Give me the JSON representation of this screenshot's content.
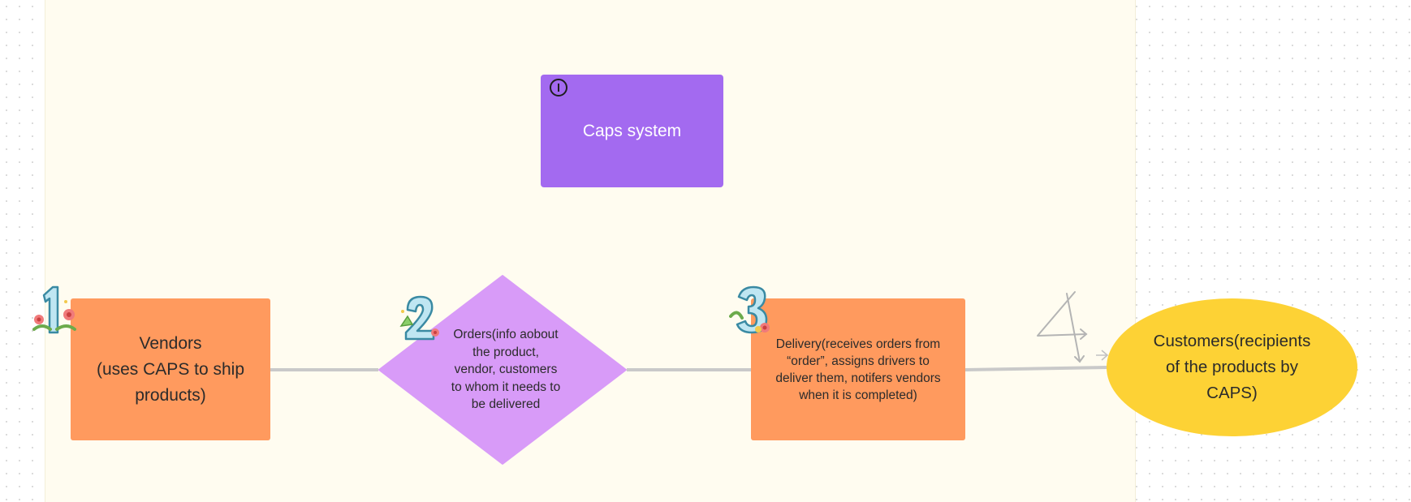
{
  "diagram": {
    "title_box": {
      "label": "Caps system",
      "icon": "info-icon"
    },
    "nodes": [
      {
        "id": "vendors",
        "shape": "rectangle",
        "label_lines": [
          "Vendors",
          "(uses CAPS to ship",
          "products)"
        ],
        "color": "#ff9a5e",
        "sticker": "number-1-sticker"
      },
      {
        "id": "orders",
        "shape": "diamond",
        "label_lines": [
          "Orders(info aobout",
          "the product,",
          "vendor, customers",
          "to whom it needs to",
          "be delivered"
        ],
        "color": "#d89bf8",
        "sticker": "number-2-sticker"
      },
      {
        "id": "delivery",
        "shape": "rectangle",
        "label_lines": [
          "Delivery(receives orders from",
          "“order”, assigns drivers to",
          "deliver them, notifers vendors",
          "when it is completed)"
        ],
        "color": "#ff9a5e",
        "sticker": "number-3-sticker"
      },
      {
        "id": "customers",
        "shape": "ellipse",
        "label_lines": [
          "Customers(recipients",
          "of the products by",
          "CAPS)"
        ],
        "color": "#fdd235",
        "sticker": "hand-drawn-4"
      }
    ],
    "edges": [
      {
        "from": "vendors",
        "to": "orders"
      },
      {
        "from": "orders",
        "to": "delivery"
      },
      {
        "from": "delivery",
        "to": "customers"
      }
    ],
    "colors": {
      "section_bg": "#fffcf0",
      "caps_box": "#a36af0",
      "connector": "#c9c9c9"
    }
  }
}
